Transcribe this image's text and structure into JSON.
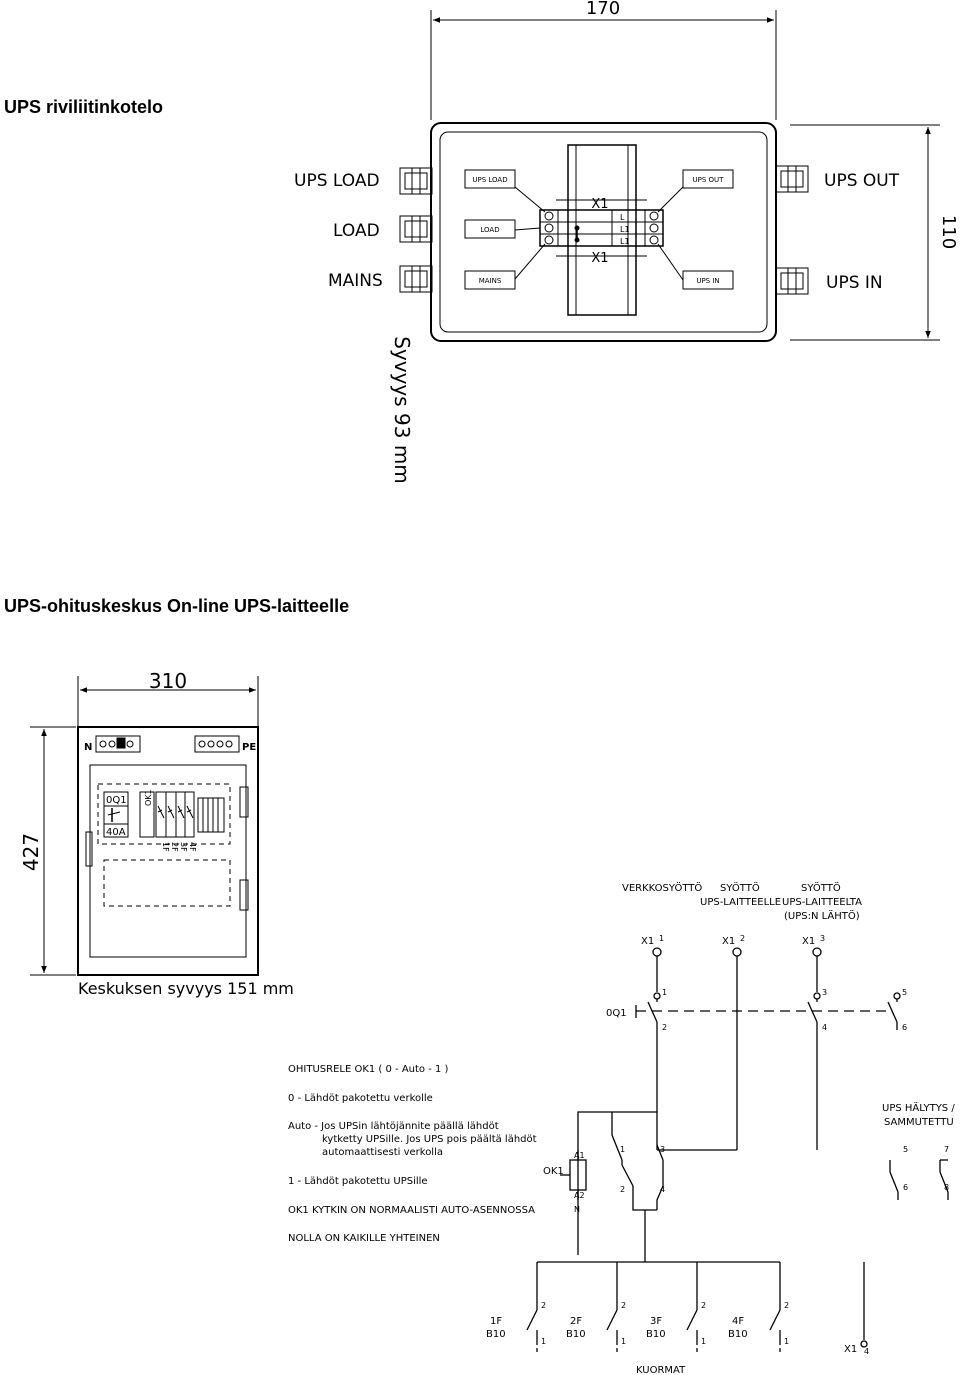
{
  "headings": {
    "top": "UPS riviliitinkotelo",
    "middle": "UPS-ohituskeskus On-line UPS-laitteelle"
  },
  "enclosure1": {
    "width_dim": "170",
    "height_dim": "110",
    "depth": "Syvyys 93 mm",
    "left_labels": [
      "UPS LOAD",
      "LOAD",
      "MAINS"
    ],
    "right_labels": [
      "UPS OUT",
      "UPS IN"
    ],
    "box_left": [
      "UPS LOAD",
      "LOAD",
      "MAINS"
    ],
    "box_right": [
      "UPS OUT",
      "UPS IN"
    ],
    "terminal": "X1",
    "terminal_rows": [
      "L",
      "L1",
      "L1"
    ]
  },
  "enclosure2": {
    "width_dim": "310",
    "height_dim": "427",
    "depth": "Keskuksen syvyys 151 mm",
    "n_label": "N",
    "pe_label": "PE",
    "breaker": "0Q1",
    "breaker_rating": "40A",
    "relay": "OK1",
    "fuses": [
      "1F",
      "2F",
      "3F",
      "4F"
    ]
  },
  "schematic": {
    "col_headers": [
      {
        "line1": "VERKKOSYÖTTÖ",
        "line2": ""
      },
      {
        "line1": "SYÖTTÖ",
        "line2": "UPS-LAITTEELLE"
      },
      {
        "line1": "SYÖTTÖ",
        "line2": "UPS-LAITTEELTA",
        "line3": "(UPS:N LÄHTÖ)"
      }
    ],
    "terminals": [
      "X1",
      "X1",
      "X1"
    ],
    "terminal_nums": [
      "1",
      "2",
      "3"
    ],
    "oq1": "0Q1",
    "oq1_contacts": [
      "1",
      "2",
      "3",
      "4",
      "5",
      "6"
    ],
    "alarm": [
      "UPS HÄLYTYS /",
      "SAMMUTETTU"
    ],
    "alarm_contacts": [
      "5",
      "6",
      "7",
      "8"
    ],
    "ok1": "OK1",
    "coil": [
      "A1",
      "A2",
      "N"
    ],
    "ok1_contacts": [
      "1",
      "2",
      "3",
      "4"
    ],
    "notes": [
      "OHITUSRELE OK1 ( 0 - Auto - 1 )",
      "0 -      Lähdöt pakotettu verkolle",
      "Auto - Jos UPSin lähtöjännite päällä lähdöt",
      "kytketty UPSille. Jos UPS pois päältä lähdöt",
      "automaattisesti verkolla",
      "1 -      Lähdöt pakotettu UPSille",
      "OK1 KYTKIN ON NORMAALISTI AUTO-ASENNOSSA",
      "NOLLA ON KAIKILLE YHTEINEN"
    ],
    "outputs": [
      {
        "name": "1F",
        "rating": "B10"
      },
      {
        "name": "2F",
        "rating": "B10"
      },
      {
        "name": "3F",
        "rating": "B10"
      },
      {
        "name": "4F",
        "rating": "B10"
      }
    ],
    "output_contacts": [
      "2",
      "1"
    ],
    "x1_4": "X1",
    "x1_4_num": "4",
    "loads": "KUORMAT"
  }
}
